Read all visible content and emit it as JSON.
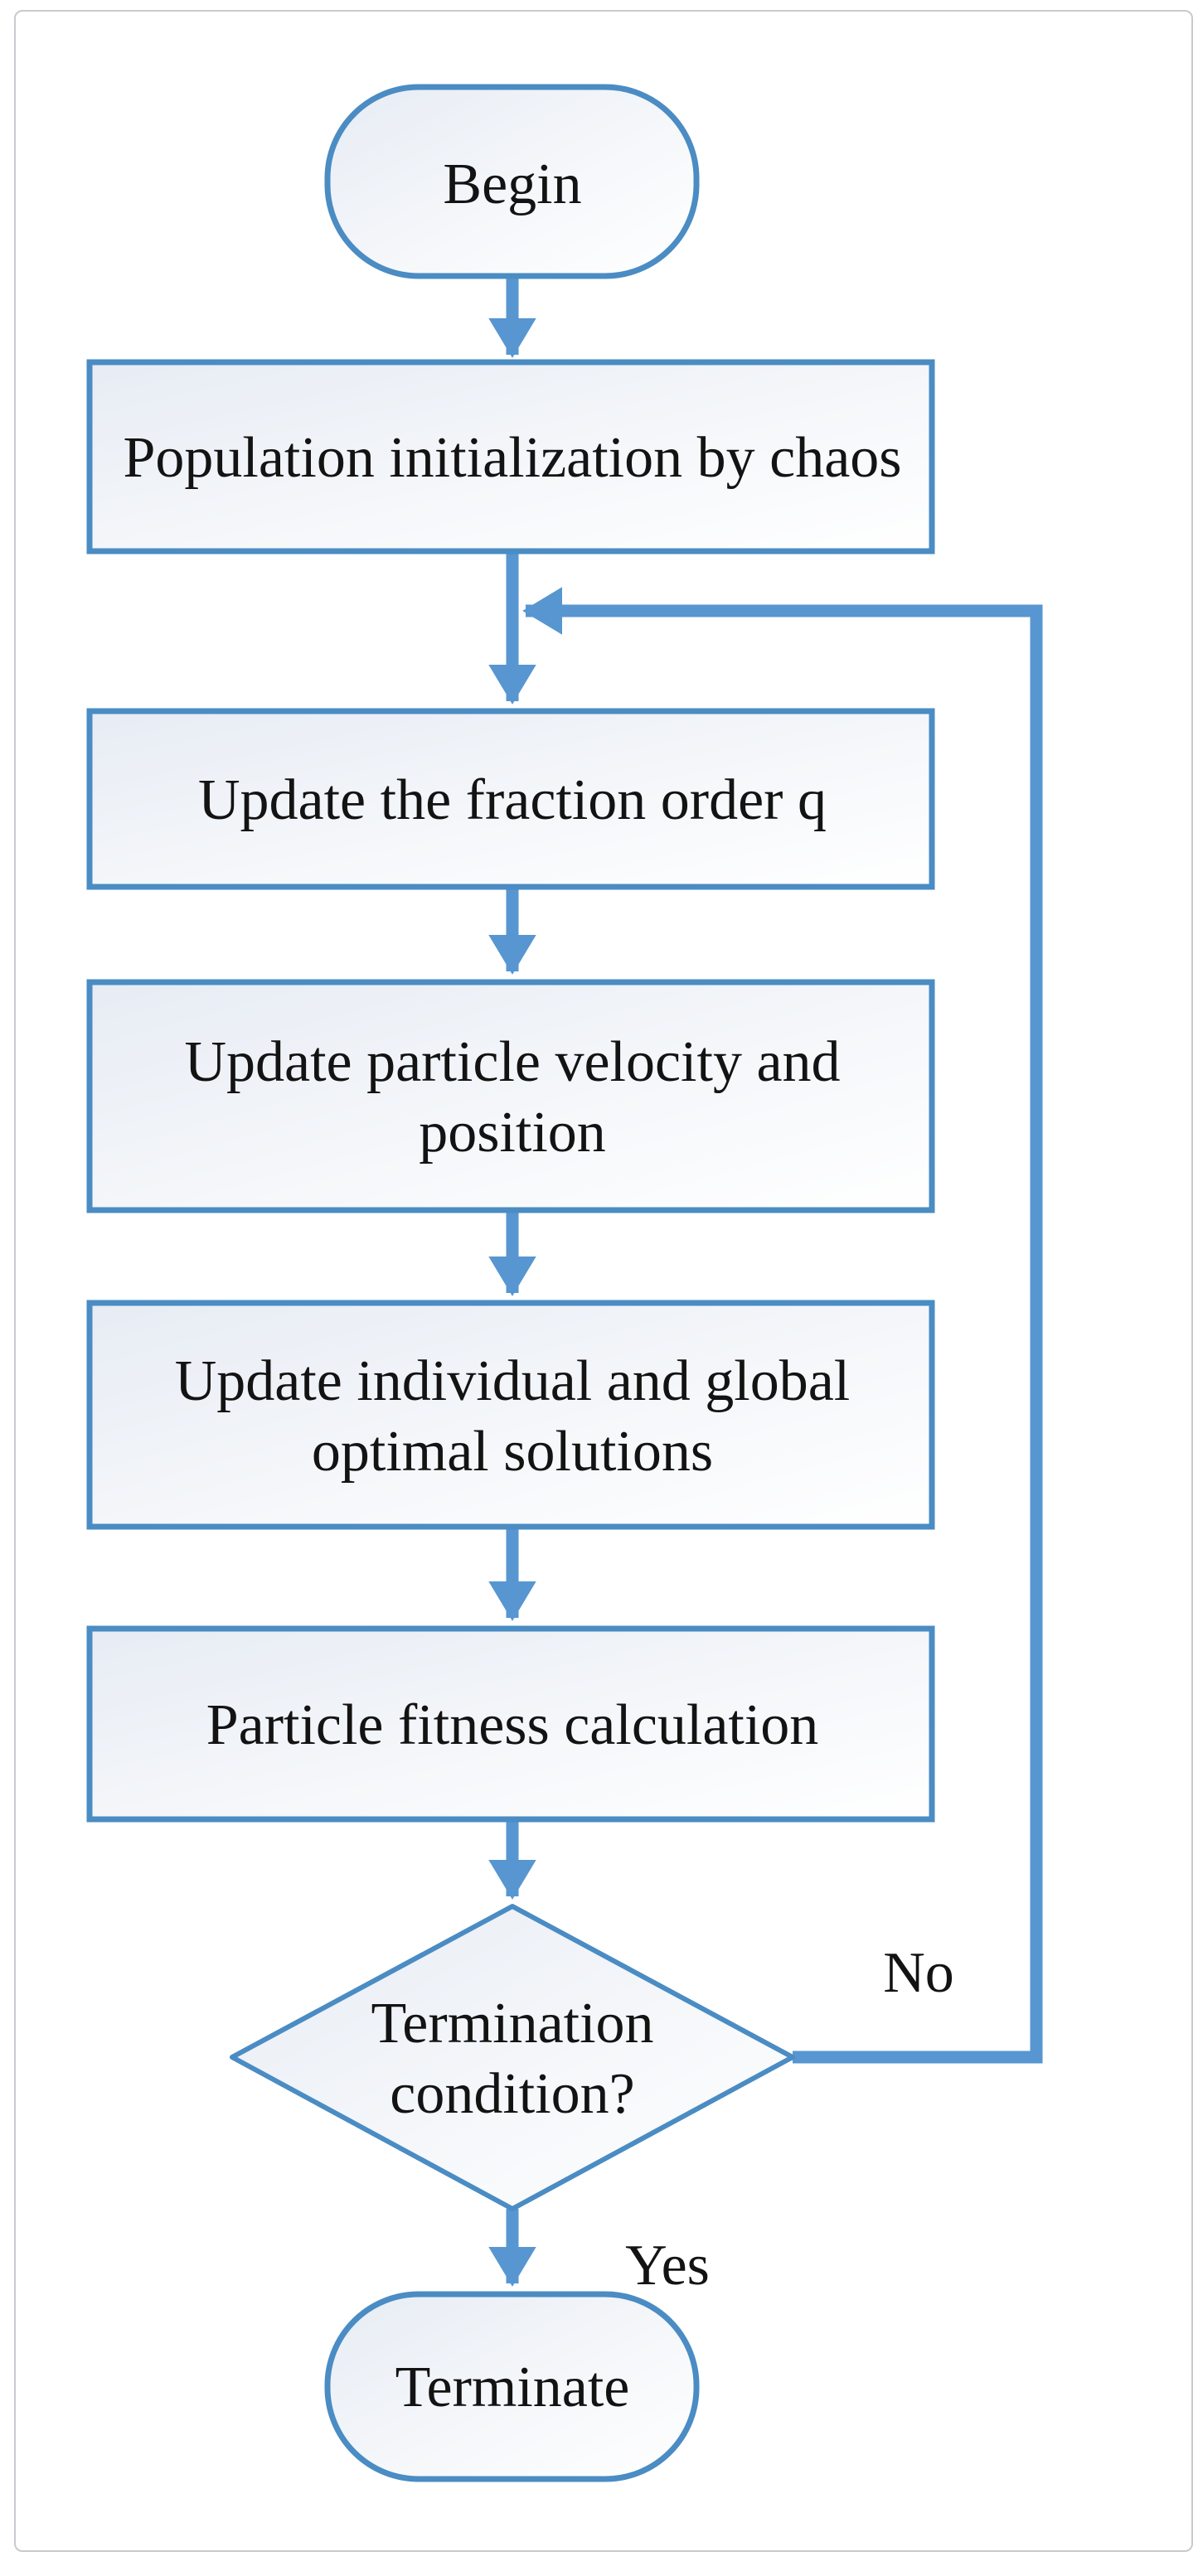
{
  "figure": {
    "type": "flowchart",
    "description": "Chaos fractional-order PSO algorithm flowchart"
  },
  "colors": {
    "arrow": "#5796d1",
    "node_stroke": "#4a8cc3",
    "node_fill_start": "#e7ecf4",
    "node_fill_mid": "#f5f7fa",
    "node_fill_end": "#ffffff",
    "text": "#131313",
    "card_border": "#c9c9cf",
    "background": "#ffffff"
  },
  "nodes": {
    "begin": {
      "label": "Begin"
    },
    "init": {
      "label": "Population initialization by chaos"
    },
    "update_q": {
      "label": "Update the fraction order q"
    },
    "update_velocity": {
      "line1": "Update particle velocity and",
      "line2": "position"
    },
    "update_optimal": {
      "line1": "Update individual and global",
      "line2": "optimal solutions"
    },
    "fitness": {
      "label": "Particle fitness calculation"
    },
    "decision": {
      "line1": "Termination",
      "line2": "condition?"
    },
    "terminate": {
      "label": "Terminate"
    }
  },
  "edges": {
    "no_label": "No",
    "yes_label": "Yes"
  }
}
